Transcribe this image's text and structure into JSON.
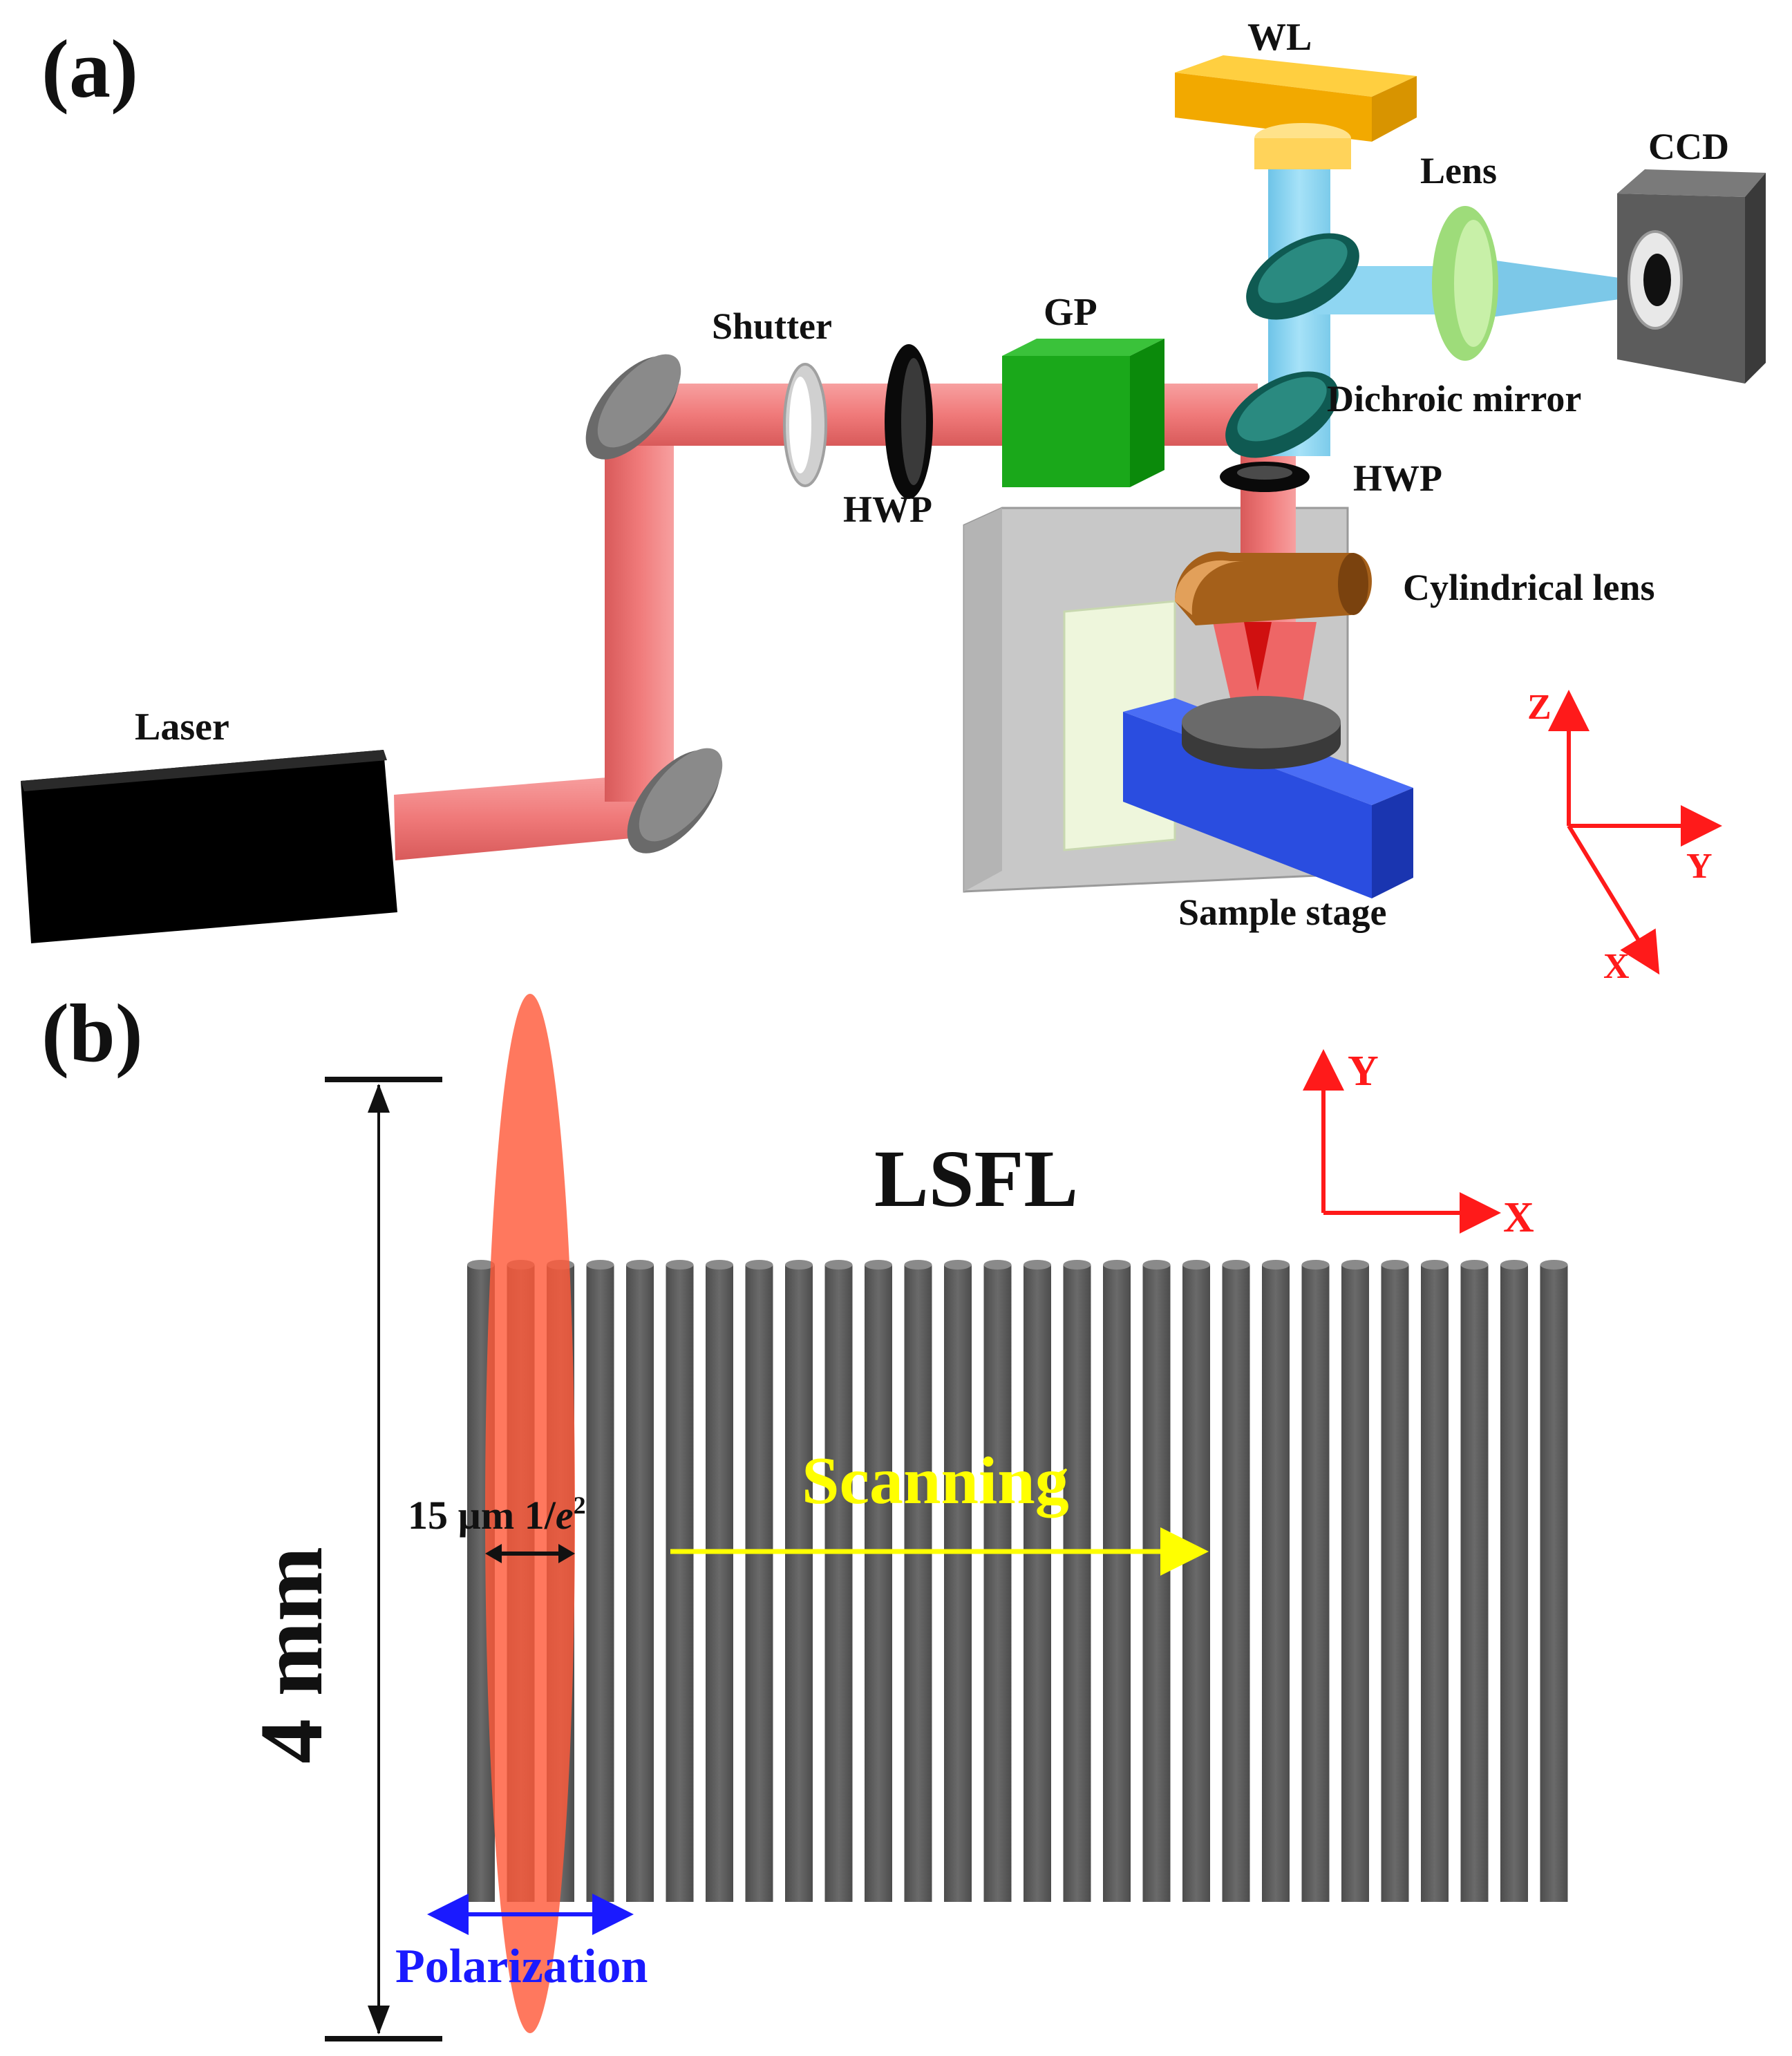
{
  "panel_a": {
    "tag": "(a)",
    "labels": {
      "laser": "Laser",
      "shutter": "Shutter",
      "hwp1": "HWP",
      "gp": "GP",
      "wl": "WL",
      "lens": "Lens",
      "ccd": "CCD",
      "dichroic": "Dichroic mirror",
      "hwp2": "HWP",
      "cyl_lens": "Cylindrical lens",
      "stage": "Sample stage"
    },
    "axes": {
      "z": "Z",
      "y": "Y",
      "x": "X"
    }
  },
  "panel_b": {
    "tag": "(b)",
    "title": "LSFL",
    "height_label": "4 mm",
    "width_label_prefix": "15 µm 1/",
    "width_label_e": "e",
    "width_label_sup": "2",
    "scanning": "Scanning",
    "polarization": "Polarization",
    "axes": {
      "y": "Y",
      "x": "X"
    },
    "stripe_count": 28
  },
  "colors": {
    "beam_red": "#f08080",
    "beam_blue": "#8fd6f2",
    "axis_red": "#ff1a1a",
    "scan_yellow": "#ffff00",
    "polar_blue": "#1a1aff",
    "stripe_gray": "#5a5a5a",
    "spot_orange": "#ff6a4a"
  }
}
